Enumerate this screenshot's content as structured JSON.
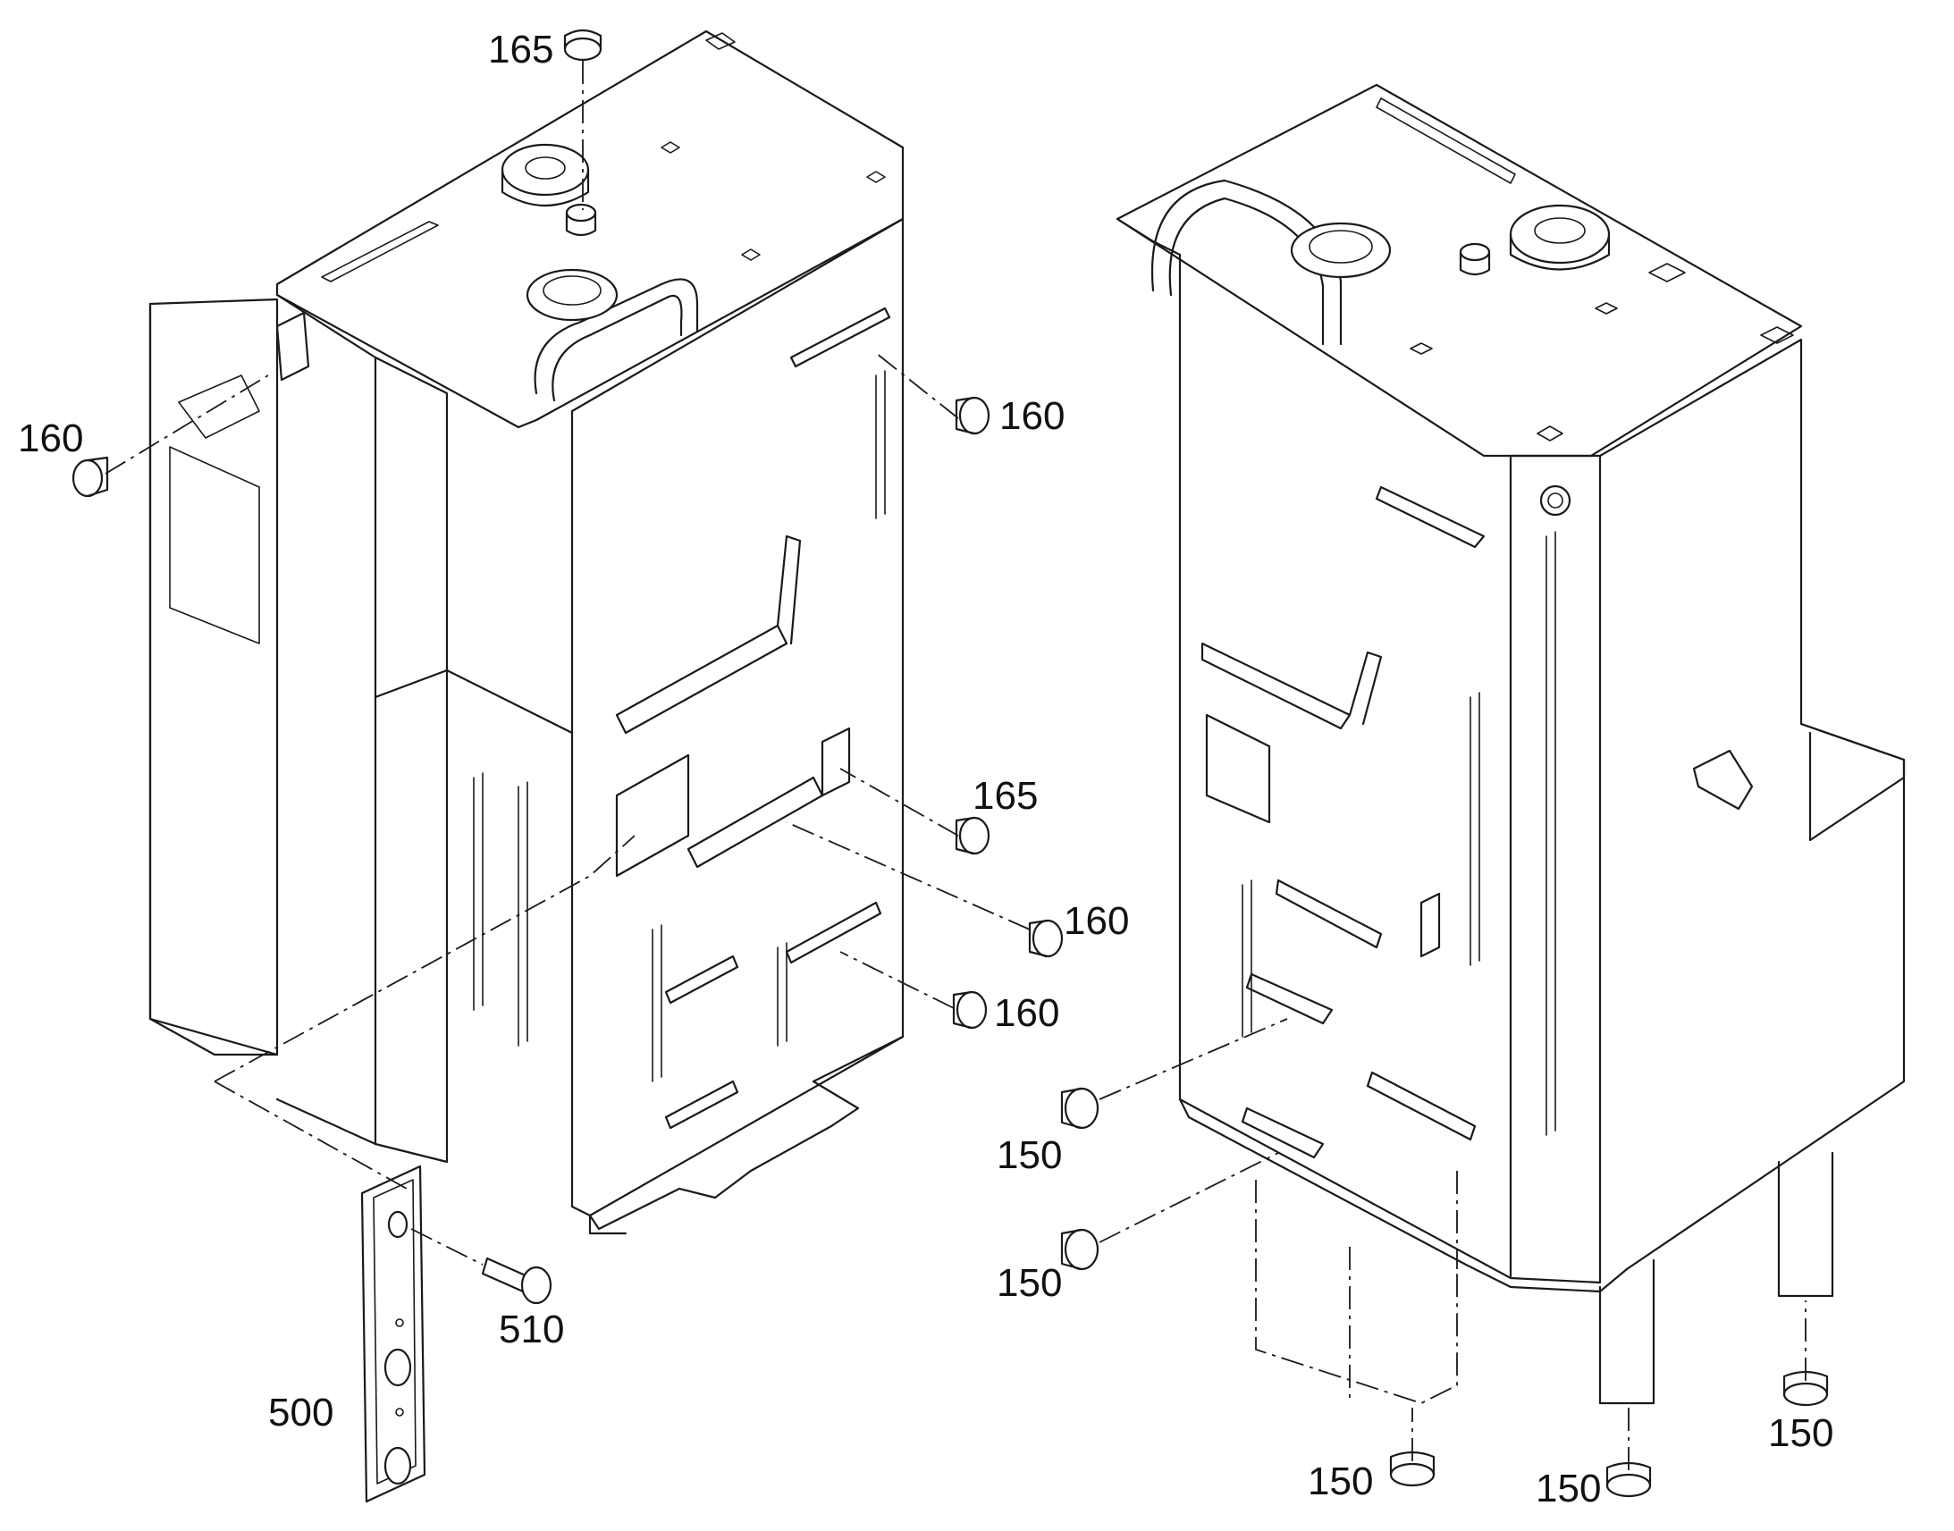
{
  "colors": {
    "line": "#1a1a1a",
    "background": "#ffffff"
  },
  "callouts": {
    "c165_top": "165",
    "c160_left": "160",
    "c160_upper_right": "160",
    "c165_mid": "165",
    "c160_mid": "160",
    "c160_lower": "160",
    "c510": "510",
    "c500": "500",
    "c150_a": "150",
    "c150_b": "150",
    "c150_c": "150",
    "c150_d": "150",
    "c150_e": "150"
  }
}
